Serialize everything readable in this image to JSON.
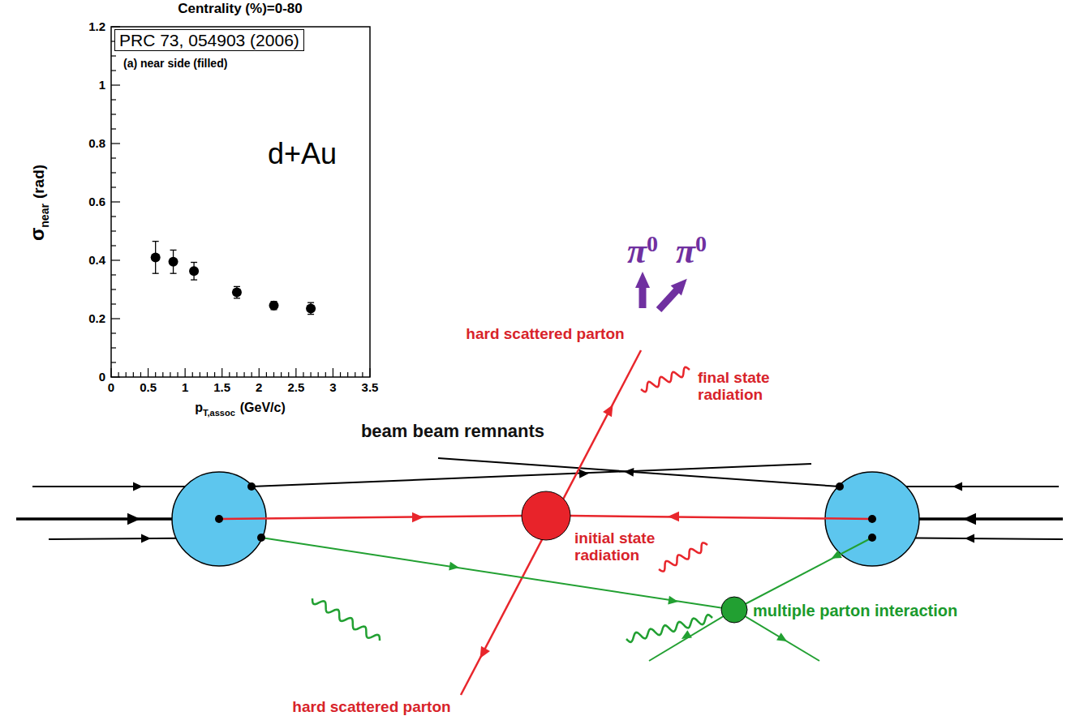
{
  "diagram": {
    "nodes": [
      {
        "text": [
          "PRC 73, 054903 (2006)"
        ]
      }
    ],
    "labels": [
      "Centrality (%)=0-80",
      "(a) near side (filled)",
      "d+Au",
      "σ",
      "near",
      "(rad)",
      "p",
      "T,assoc",
      "(GeV/c)",
      "0",
      "0.2",
      "0.4",
      "0.6",
      "0.8",
      "1",
      "1.2",
      "0",
      "0.5",
      "1",
      "1.5",
      "2",
      "2.5",
      "3",
      "3.5",
      "π",
      "0",
      "π",
      "0",
      "hard scattered parton",
      "final state radiation",
      "beam beam remnants",
      "initial state radiation",
      "multiple parton interaction",
      "hard scattered parton"
    ]
  }
}
